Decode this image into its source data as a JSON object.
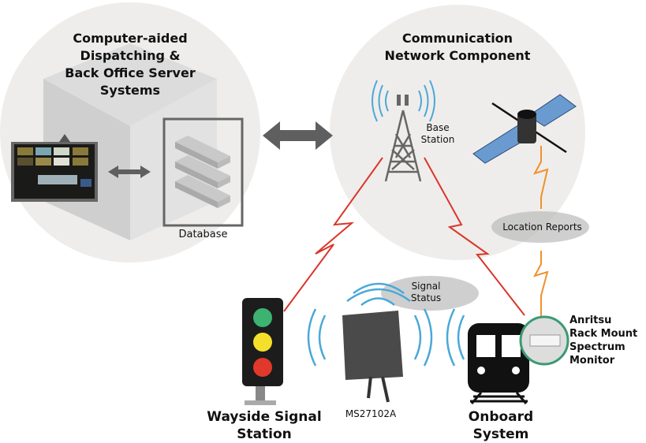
{
  "left_circle": {
    "title_lines": [
      "Computer-aided",
      "Dispatching &",
      "Back Office Server",
      "Systems"
    ],
    "database_label": "Database"
  },
  "right_circle": {
    "title_lines": [
      "Communication",
      "Network Component"
    ],
    "base_station_lines": [
      "Base",
      "Station"
    ]
  },
  "location_reports": "Location Reports",
  "signal_status_lines": [
    "Signal",
    "Status"
  ],
  "wayside_lines": [
    "Wayside Signal",
    "Station"
  ],
  "device_label": "MS27102A",
  "onboard_lines": [
    "Onboard",
    "System"
  ],
  "monitor_lines": [
    "Anritsu",
    "Rack Mount",
    "Spectrum",
    "Monitor"
  ],
  "colors": {
    "circle": "#efedeb",
    "link_red": "#d9362b",
    "link_orange": "#f0902c",
    "wave_blue": "#4aa8d8",
    "green": "#3cb371",
    "yellow": "#f4e02a",
    "red": "#e0392b"
  }
}
